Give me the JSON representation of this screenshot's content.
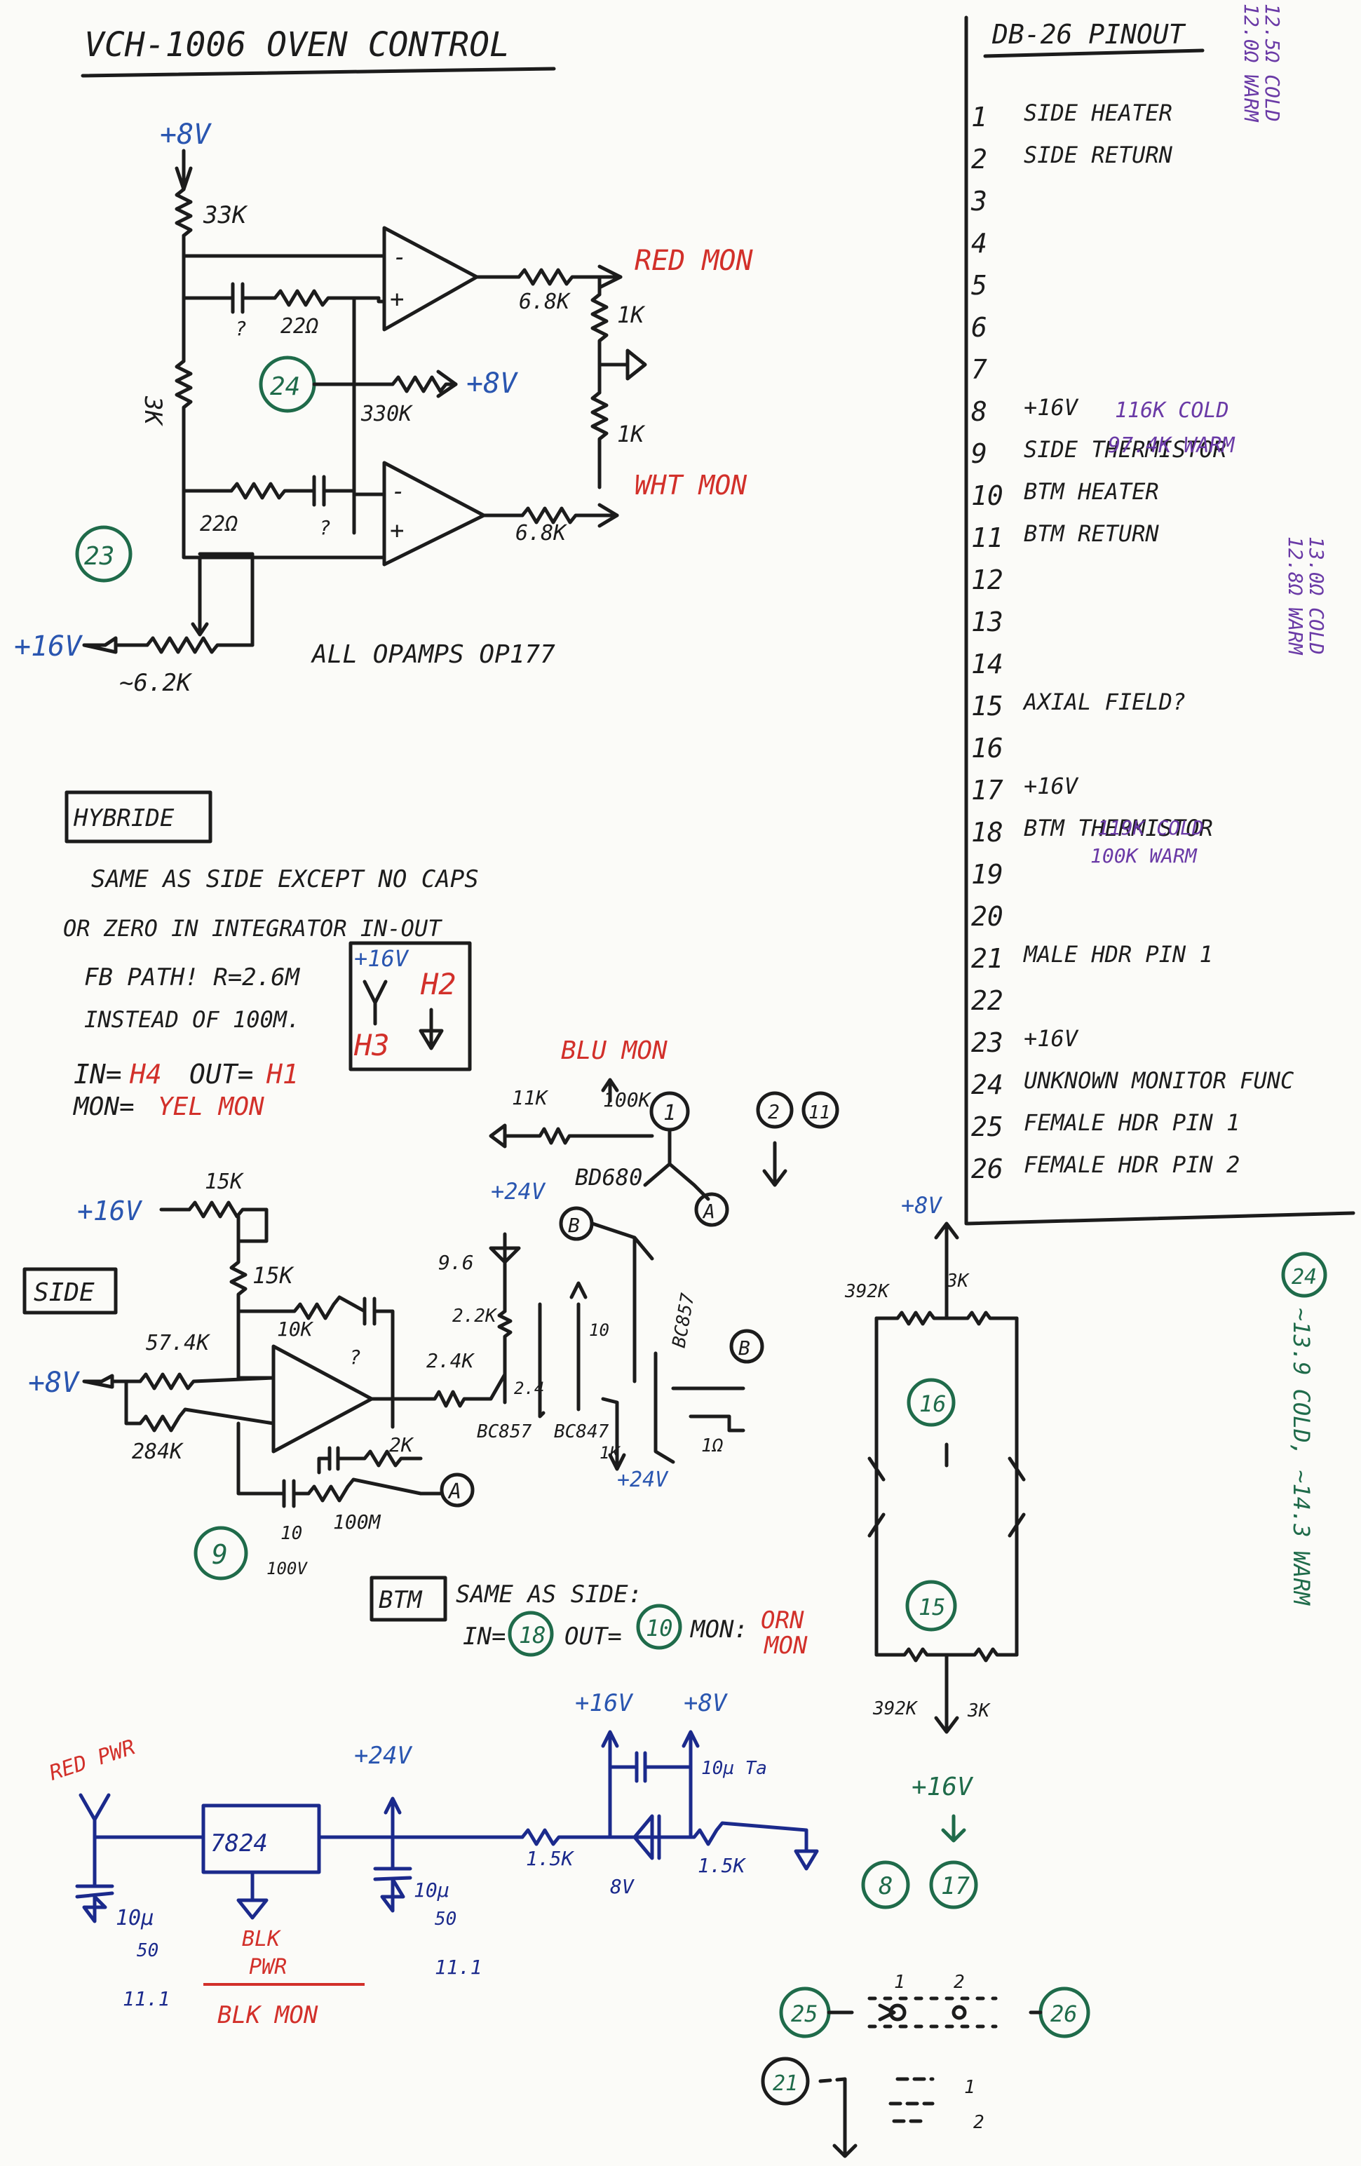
{
  "title": "VCH-1006 OVEN CONTROL",
  "top": {
    "plus8_a": "+8V",
    "r33k": "33K",
    "op1": "-",
    "op1p": "+",
    "cap_q1": "?",
    "r22a": "22Ω",
    "r68a": "6.8K",
    "red_mon": "RED MON",
    "r1ka": "1K",
    "r1kb": "1K",
    "node24": "24",
    "plus8_b": "+8V",
    "r330k": "330K",
    "r3k": "3K",
    "op2": "-",
    "op2p": "+",
    "r22b": "22Ω",
    "cap_q2": "?",
    "wht_mon": "WHT MON",
    "r68b": "6.8K",
    "node23": "23",
    "plus16": "+16V",
    "pot62k": "~6.2K",
    "opamps": "ALL OPAMPS  OP177"
  },
  "pinout": {
    "title": "DB-26 PINOUT",
    "rows": [
      {
        "n": "1",
        "t": "SIDE HEATER"
      },
      {
        "n": "2",
        "t": "SIDE RETURN"
      },
      {
        "n": "3",
        "t": ""
      },
      {
        "n": "4",
        "t": ""
      },
      {
        "n": "5",
        "t": ""
      },
      {
        "n": "6",
        "t": ""
      },
      {
        "n": "7",
        "t": ""
      },
      {
        "n": "8",
        "t": "+16V"
      },
      {
        "n": "9",
        "t": "SIDE THERMISTOR"
      },
      {
        "n": "10",
        "t": "BTM HEATER"
      },
      {
        "n": "11",
        "t": "BTM RETURN"
      },
      {
        "n": "12",
        "t": ""
      },
      {
        "n": "13",
        "t": ""
      },
      {
        "n": "14",
        "t": ""
      },
      {
        "n": "15",
        "t": "AXIAL FIELD?"
      },
      {
        "n": "16",
        "t": ""
      },
      {
        "n": "17",
        "t": "+16V"
      },
      {
        "n": "18",
        "t": "BTM THERMISTOR"
      },
      {
        "n": "19",
        "t": ""
      },
      {
        "n": "20",
        "t": ""
      },
      {
        "n": "21",
        "t": "MALE HDR PIN 1"
      },
      {
        "n": "22",
        "t": ""
      },
      {
        "n": "23",
        "t": "+16V"
      },
      {
        "n": "24",
        "t": "UNKNOWN MONITOR FUNC"
      },
      {
        "n": "25",
        "t": "FEMALE HDR PIN 1"
      },
      {
        "n": "26",
        "t": "FEMALE HDR PIN 2"
      }
    ],
    "side_heater_note_a": "12.5Ω COLD",
    "side_heater_note_b": "12.0Ω WARM",
    "therm_side_a": "116K COLD",
    "therm_side_b": "97.4K WARM",
    "btm_heater_a": "13.0Ω COLD",
    "btm_heater_b": "12.8Ω WARM",
    "therm_btm_a": "119K COLD",
    "therm_btm_b": "100K WARM"
  },
  "hybrid": {
    "box": "HYBRIDE",
    "l1": "SAME AS SIDE EXCEPT NO CAPS",
    "l2": "OR ZERO IN INTEGRATOR IN-OUT",
    "l3": "FB PATH! R=2.6M",
    "l4": "INSTEAD OF 100M.",
    "l5a": "IN=",
    "l5b": "H4",
    "l5c": "OUT=",
    "l5d": "H1",
    "l6a": "MON=",
    "l6b": "YEL MON",
    "bx1": "+16V",
    "bx2": "H2",
    "bx3": "H3"
  },
  "side": {
    "box": "SIDE",
    "plus16": "+16V",
    "r15ka": "15K",
    "r15kb": "15K",
    "plus8": "+8V",
    "r574k": "57.4K",
    "r10k": "10K",
    "r284k": "284K",
    "cap_q": "?",
    "r2k": "2K",
    "r100m": "100M",
    "nodeA1": "A",
    "node9": "9",
    "cap10": "10",
    "cap10b": "100V",
    "blu_mon": "BLU MON",
    "r11k": "11K",
    "r100k": "100K",
    "node1": "1",
    "node2": "2",
    "node11": "11",
    "bd680": "BD680",
    "nodeB1": "B",
    "nodeA2": "A",
    "plus24a": "+24V",
    "z96": "9.6",
    "r22k": "2.2K",
    "r24k": "2.4K",
    "r24b": "2.4",
    "c10b": "10",
    "bc857": "BC857",
    "bc847": "BC847",
    "bc857b": "BC857",
    "r1k": "1K",
    "r1r": "1Ω",
    "plus24b": "+24V",
    "nodeB2": "B"
  },
  "btm": {
    "box": "BTM",
    "same": "SAME AS SIDE:",
    "in": "IN=",
    "n18": "18",
    "out": "OUT=",
    "n10": "10",
    "mon": "MON:",
    "orn": "ORN",
    "orn2": "MON"
  },
  "bridge": {
    "plus8": "+8V",
    "r392a": "392K",
    "r3ka": "3K",
    "n16": "16",
    "n15": "15",
    "r392b": "392K",
    "r3kb": "3K",
    "plus16": "+16V",
    "n8": "8",
    "n17": "17"
  },
  "note24": {
    "n": "24",
    "t": "~13.9 COLD, ~14.3 WARM"
  },
  "power": {
    "red_pwr": "RED PWR",
    "reg": "7824",
    "cap1": "10µ",
    "cap1b": "50",
    "plus24": "+24V",
    "cap2": "10µ",
    "cap2b": "50",
    "r15a": "1.5K",
    "plus16": "+16V",
    "plus8": "+8V",
    "tant": "10µ Ta",
    "z8": "8V",
    "r15b": "1.5K",
    "blk_pwr": "BLK",
    "blk_pwr2": "PWR",
    "blk_mon": "BLK MON",
    "m1": "11.1",
    "m2": "11.1"
  },
  "hdr": {
    "n25": "25",
    "n26": "26",
    "n21": "21",
    "p1": "1",
    "p2": "2",
    "q1": "1",
    "q2": "2"
  }
}
